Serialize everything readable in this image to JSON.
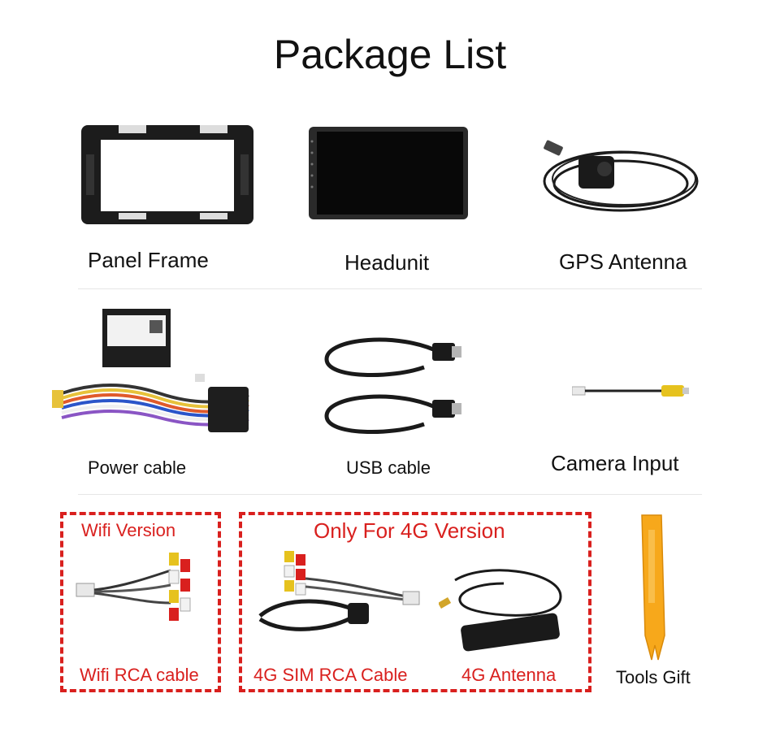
{
  "title": "Package List",
  "items": {
    "panel_frame": "Panel Frame",
    "headunit": "Headunit",
    "gps_antenna": "GPS Antenna",
    "power_cable": "Power cable",
    "usb_cable": "USB cable",
    "camera_input": "Camera Input",
    "tools_gift": "Tools Gift"
  },
  "wifi_box": {
    "heading": "Wifi Version",
    "item": "Wifi RCA cable"
  },
  "g4_box": {
    "heading": "Only For 4G Version",
    "item_rca": "4G SIM RCA Cable",
    "item_antenna": "4G Antenna"
  },
  "colors": {
    "accent_red": "#d9201e",
    "tool_orange": "#f7a81b"
  }
}
